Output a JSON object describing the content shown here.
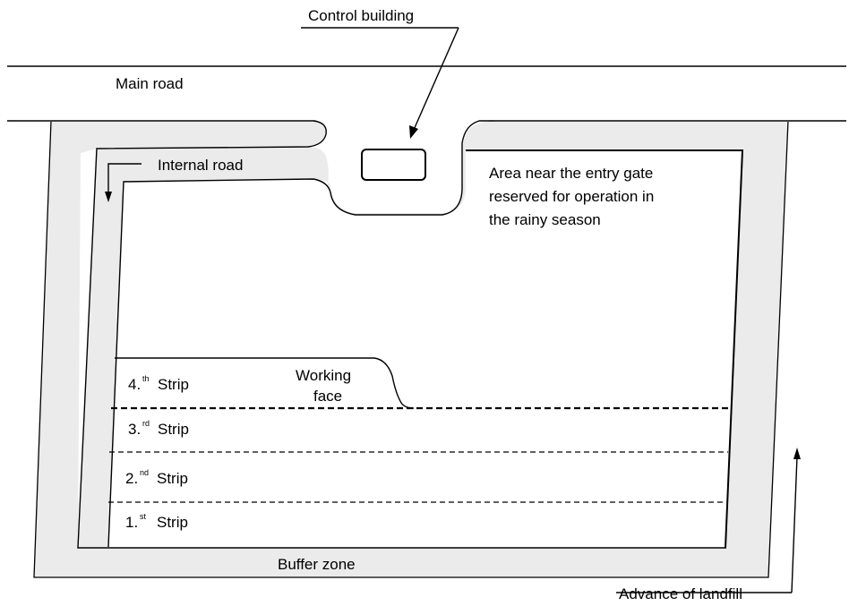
{
  "labels": {
    "control_building": "Control building",
    "main_road": "Main road",
    "internal_road": "Internal road",
    "rainy_season_area": [
      "Area near the entry gate",
      "reserved for operation in",
      "the rainy season"
    ],
    "working_face": [
      "Working",
      "face"
    ],
    "buffer_zone": "Buffer zone",
    "advance_of_landfill": "Advance of landfill"
  },
  "strips": [
    {
      "number": "4.",
      "suffix": "th",
      "word": "Strip"
    },
    {
      "number": "3.",
      "suffix": "rd",
      "word": "Strip"
    },
    {
      "number": "2.",
      "suffix": "nd",
      "word": "Strip"
    },
    {
      "number": "1.",
      "suffix": "st",
      "word": "Strip"
    }
  ],
  "colors": {
    "buffer_fill": "#ebebeb",
    "line": "#000000",
    "background": "#ffffff"
  }
}
